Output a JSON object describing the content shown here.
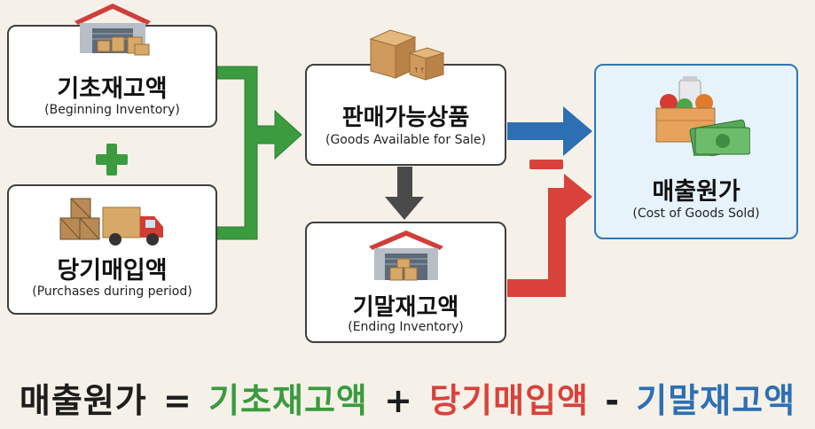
{
  "nodes": {
    "beginning": {
      "ko": "기초재고액",
      "en": "(Beginning Inventory)"
    },
    "purchases": {
      "ko": "당기매입액",
      "en": "(Purchases during period)"
    },
    "available": {
      "ko": "판매가능상품",
      "en": "(Goods Available for Sale)"
    },
    "ending": {
      "ko": "기말재고액",
      "en": "(Ending Inventory)"
    },
    "cogs": {
      "ko": "매출원가",
      "en": "(Cost of Goods Sold)"
    }
  },
  "formula": {
    "lhs": "매출원가",
    "equals": "=",
    "term1": "기초재고액",
    "plus": "+",
    "term2": "당기매입액",
    "minus": "-",
    "term3": "기말재고액"
  },
  "colors": {
    "green": "#3a9b3f",
    "red": "#d8423b",
    "blue": "#2d6fb3",
    "dark": "#1d1d1d"
  },
  "icons": [
    "warehouse-icon",
    "plus-icon",
    "boxes-truck-icon",
    "cardboard-box-icon",
    "warehouse-icon",
    "groceries-money-icon",
    "minus-icon"
  ]
}
